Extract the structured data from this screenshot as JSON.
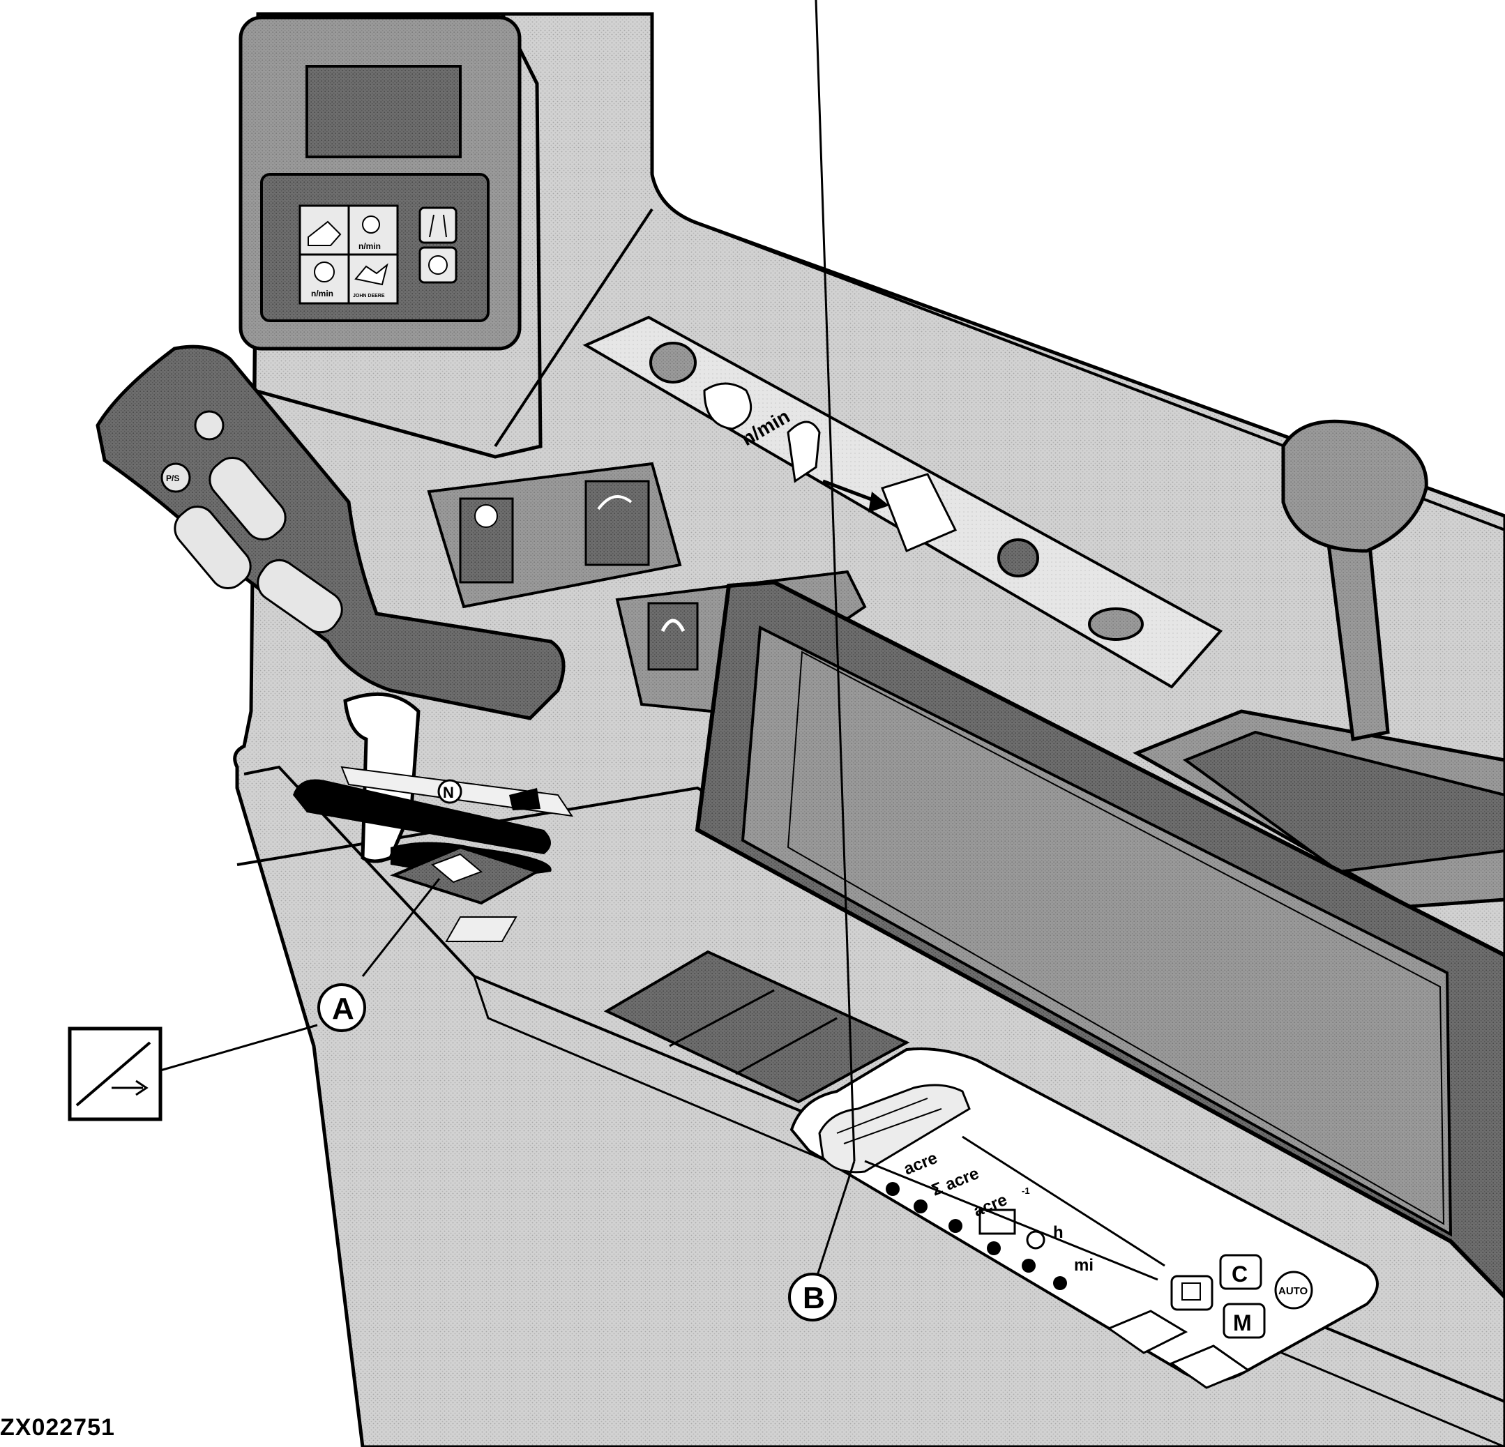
{
  "figure_id": "ZX022751",
  "callouts": {
    "a": "A",
    "b": "B"
  },
  "top_monitor": {
    "rpm_label_1": "n/min",
    "rpm_label_2": "n/min",
    "brand_text": "JOHN DEERE"
  },
  "upper_panel": {
    "rpm_label": "n/min"
  },
  "shifter": {
    "neutral": "N"
  },
  "handle": {
    "button_text": "P/S"
  },
  "area_counter": {
    "rows": [
      "acre",
      "Σ acre",
      "acre",
      "h",
      "mi"
    ],
    "row3_suffix": "-1",
    "buttons": {
      "clear": "C",
      "memory": "M",
      "auto": "AUTO"
    }
  }
}
